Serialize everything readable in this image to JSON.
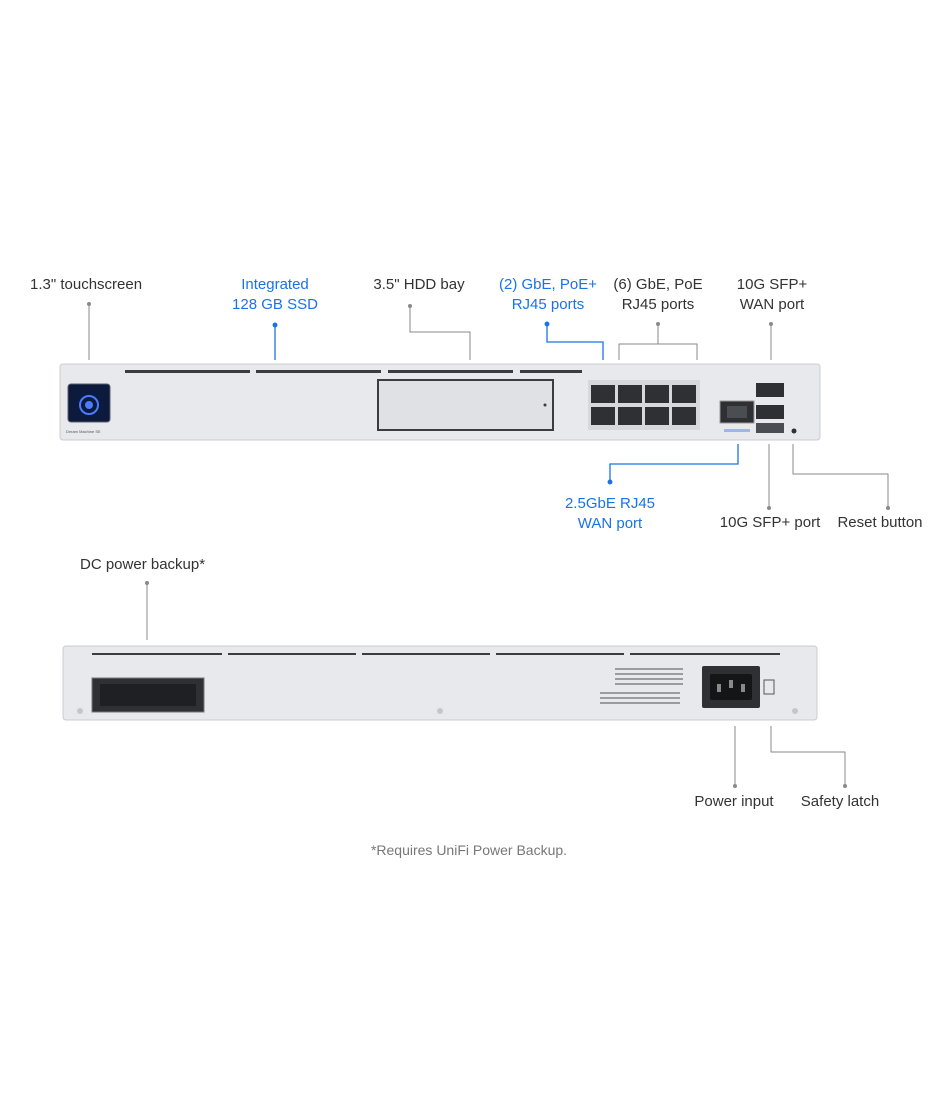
{
  "front_labels": {
    "touchscreen": "1.3\" touchscreen",
    "ssd_line1": "Integrated",
    "ssd_line2": "128 GB SSD",
    "hdd": "3.5\" HDD bay",
    "poe_plus_line1": "(2) GbE, PoE+",
    "poe_plus_line2": "RJ45 ports",
    "poe_line1": "(6) GbE, PoE",
    "poe_line2": "RJ45 ports",
    "sfp_wan_line1": "10G SFP+",
    "sfp_wan_line2": "WAN port",
    "wan_line1": "2.5GbE RJ45",
    "wan_line2": "WAN port",
    "sfp_port": "10G SFP+ port",
    "reset": "Reset button"
  },
  "rear_labels": {
    "dc_backup": "DC power backup*",
    "power_input": "Power input",
    "safety_latch": "Safety latch"
  },
  "device_text": {
    "front_brand": "Dream Machine SE"
  },
  "footnote": "*Requires UniFi Power Backup.",
  "colors": {
    "accent": "#1a73e8",
    "leader": "#8a8a8a",
    "chassis": "#e7e9ec",
    "chassis_edge": "#c9ccd1",
    "port": "#2e3034",
    "screen": "#0b1a3d"
  }
}
